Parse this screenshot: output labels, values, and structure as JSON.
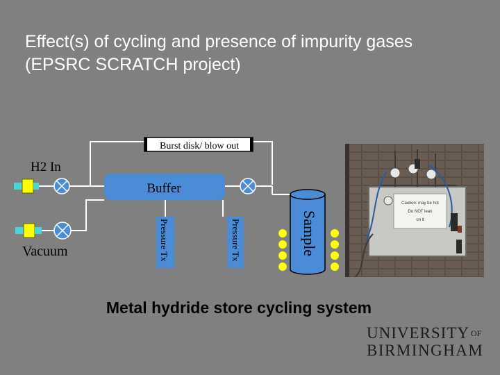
{
  "slide": {
    "title_line1": "Effect(s) of cycling and presence of impurity gases",
    "title_line2": "(EPSRC SCRATCH project)",
    "caption": "Metal hydride store cycling system"
  },
  "diagram": {
    "burst_disk_label": "Burst disk/ blow out",
    "h2_in_label": "H2 In",
    "buffer_label": "Buffer",
    "vacuum_label": "Vacuum",
    "sample_label": "Sample",
    "pressure_tx_1_label": "Pressure Tx",
    "pressure_tx_2_label": "Pressure Tx"
  },
  "photo": {
    "sign_line1": "Caution: may be hot",
    "sign_line2": "Do NOT lean",
    "sign_line3": "on it"
  },
  "logo": {
    "line1": "UNIVERSITY",
    "of": "OF",
    "line2": "BIRMINGHAM"
  },
  "colors": {
    "background": "#808080",
    "title_text": "#ffffff",
    "connector_yellow": "#ffff00",
    "connector_cyan": "#4ad6d6"
  }
}
